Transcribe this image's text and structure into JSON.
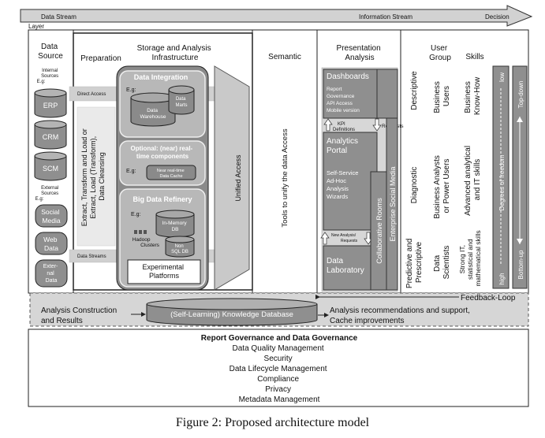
{
  "header": {
    "data_stream": "Data Stream",
    "information_stream": "Information Stream",
    "decision": "Decision",
    "layer": "Layer"
  },
  "columns": {
    "data_source": [
      "Data",
      "Source"
    ],
    "preparation": "Preparation",
    "storage": [
      "Storage and Analysis",
      "Infrastructure"
    ],
    "semantic": "Semantic",
    "presentation": [
      "Presentation",
      "Analysis"
    ],
    "user_group": [
      "User",
      "Group"
    ],
    "skills": "Skills"
  },
  "sources": {
    "internal_label": [
      "Internal",
      "Sources",
      "E.g:"
    ],
    "internal": [
      "ERP",
      "CRM",
      "SCM"
    ],
    "external_label": [
      "External",
      "Sources",
      "E.g:"
    ],
    "external": [
      [
        "Social",
        "Media"
      ],
      [
        "Web",
        "Data"
      ],
      [
        "Exter-",
        "nal",
        "Data"
      ]
    ]
  },
  "preparation": {
    "direct_access": "Direct Access",
    "etl": [
      "Extract, Transform and Load or",
      "Extract, Load (Transform),",
      "Data Cleansing"
    ],
    "data_streams": "Data Streams"
  },
  "storage": {
    "integration_title": "Data Integration",
    "eg": "E.g:",
    "data_warehouse": [
      "Data",
      "Warehouse"
    ],
    "data_marts": [
      "Data",
      "Marts"
    ],
    "realtime_title": [
      "Optional: (near) real-",
      "time components"
    ],
    "realtime_cache": [
      "Near real-time",
      "Data Cache"
    ],
    "refinery_title": "Big Data Refinery",
    "in_memory": [
      "In-Memory",
      "DB"
    ],
    "hadoop": [
      "Hadoop",
      "Clusters"
    ],
    "nosql": [
      "Non",
      "SQL DB"
    ],
    "experimental": [
      "Experimental",
      "Platforms"
    ],
    "unified_access": "Unified Access"
  },
  "semantic": {
    "tools": "Tools to unify the data Access"
  },
  "presentation": {
    "dashboards": "Dashboards",
    "dashboards_items": [
      "Report",
      "Governance",
      "API Access",
      "Mobile version"
    ],
    "kpi": [
      "KPI",
      "Definitions"
    ],
    "requests": "Requests",
    "portal": [
      "Analytics",
      "Portal"
    ],
    "portal_items": [
      "Self-Service",
      "Ad-Hoc",
      "Analysis",
      "Wizards"
    ],
    "new_analysis": [
      "New Analysis/",
      "Requests"
    ],
    "laboratory": [
      "Data",
      "Laboratory"
    ],
    "collaborative": "Collaborative Rooms",
    "social_media": "Enterprise Social Media"
  },
  "analysis_types": {
    "descriptive": "Descriptive",
    "diagnostic": "Diagnostic",
    "predictive": [
      "Predictive and",
      "Prescriptive"
    ]
  },
  "user_groups": {
    "business_users": [
      "Business",
      "Users"
    ],
    "analysts": [
      "Business Analysts",
      "or Power Users"
    ],
    "scientists": [
      "Data",
      "Scientists"
    ]
  },
  "skills": {
    "business_knowhow": [
      "Business",
      "Know-How"
    ],
    "analytical": [
      "Advanced analytical",
      "and IT skills"
    ],
    "strong_it": [
      "Strong IT,",
      "statistical and",
      "mathematical skills"
    ]
  },
  "freedom": {
    "low": "low",
    "label": "Degrees of freedom",
    "high": "high"
  },
  "direction": {
    "top_down": "Top-down",
    "bottom_up": "Bottom-up"
  },
  "feedback": {
    "loop": "Feedback-Loop",
    "construction": [
      "Analysis Construction",
      "and Results"
    ],
    "knowledge_db": "(Self-Learning) Knowledge Database",
    "recommendations": [
      "Analysis recommendations and support,",
      "Cache improvements"
    ]
  },
  "governance": {
    "title": "Report Governance and Data Governance",
    "items": [
      "Data Quality Management",
      "Security",
      "Data Lifecycle Management",
      "Compliance",
      "Privacy",
      "Metadata Management"
    ]
  },
  "caption": "Figure 2: Proposed architecture model"
}
